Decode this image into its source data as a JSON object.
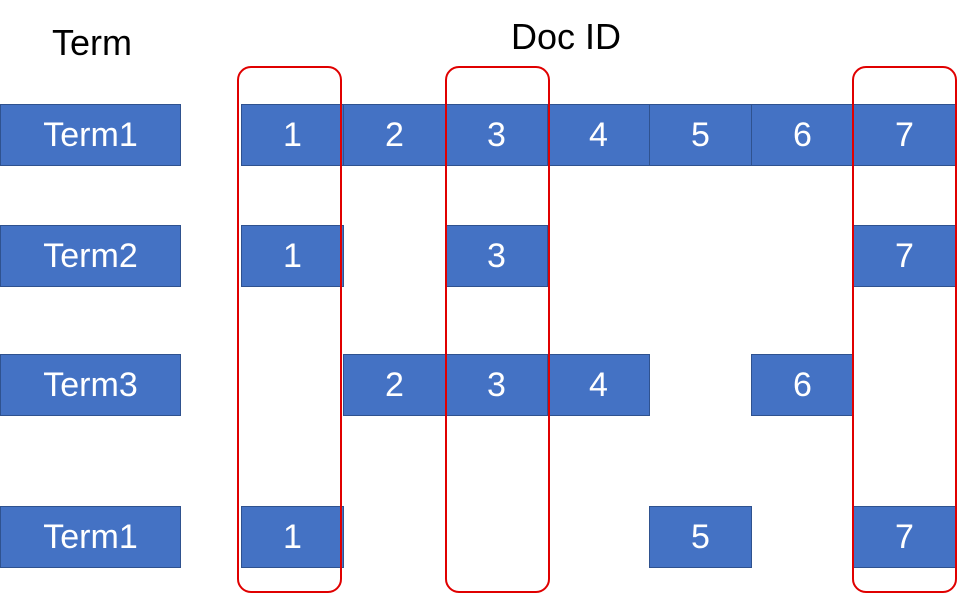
{
  "headers": {
    "term": "Term",
    "doc_id": "Doc ID"
  },
  "colors": {
    "cell": "#4472c4",
    "cell_border": "#2f528f",
    "highlight": "#e00000"
  },
  "rows": [
    {
      "term": "Term1",
      "docs": [
        "1",
        "2",
        "3",
        "4",
        "5",
        "6",
        "7"
      ]
    },
    {
      "term": "Term2",
      "docs": [
        "1",
        "3",
        "7"
      ]
    },
    {
      "term": "Term3",
      "docs": [
        "2",
        "3",
        "4",
        "6"
      ]
    },
    {
      "term": "Term1",
      "docs": [
        "1",
        "5",
        "7"
      ]
    }
  ],
  "highlighted_doc_ids": [
    "1",
    "3",
    "7"
  ]
}
